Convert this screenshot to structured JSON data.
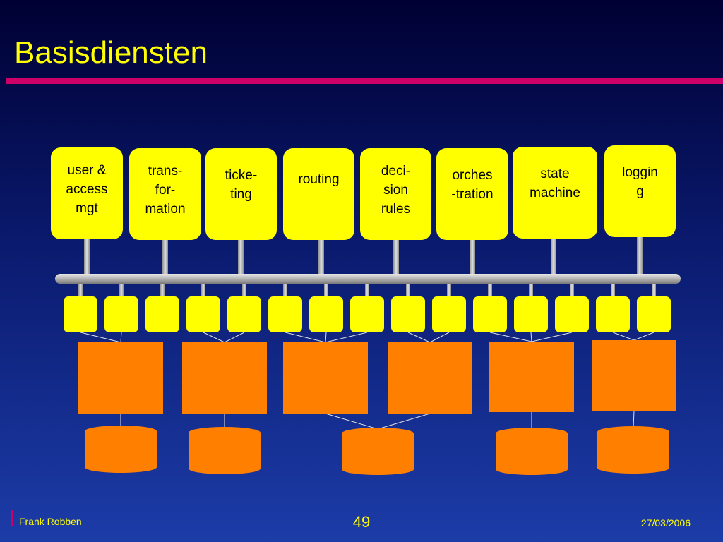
{
  "slide": {
    "title": "Basisdiensten",
    "footer": {
      "author": "Frank Robben",
      "page": "49",
      "date": "27/03/2006"
    }
  },
  "diagram": {
    "services": [
      {
        "lines": [
          "user &",
          "access",
          "mgt"
        ]
      },
      {
        "lines": [
          "trans-",
          "for-",
          "mation"
        ]
      },
      {
        "lines": [
          "ticke-",
          "ting"
        ]
      },
      {
        "lines": [
          "routing"
        ]
      },
      {
        "lines": [
          "deci-",
          "sion",
          "rules"
        ]
      },
      {
        "lines": [
          "orches",
          "-tration"
        ]
      },
      {
        "lines": [
          "state",
          "machine"
        ]
      },
      {
        "lines": [
          "loggin",
          "g"
        ]
      }
    ],
    "adapter_count": 15,
    "app_count": 6,
    "db_count": 5,
    "colors": {
      "service_box": "#ffff00",
      "adapter_box": "#ffff00",
      "application_box": "#ff7f00",
      "database": "#ff7f00",
      "bus": "#c8c8c8",
      "accent": "#cc0066",
      "text": "#ffff00"
    }
  }
}
